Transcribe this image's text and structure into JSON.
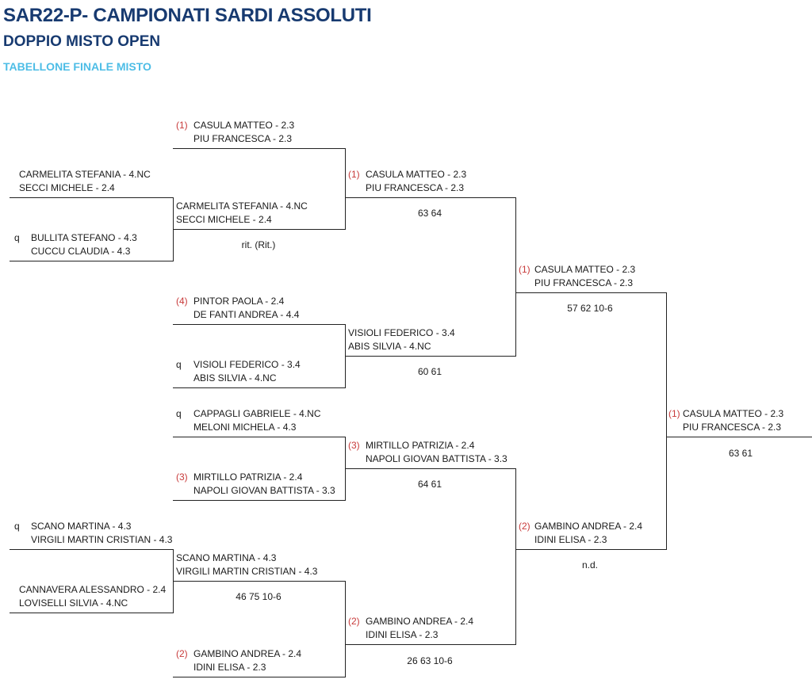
{
  "header": {
    "title": "SAR22-P- CAMPIONATI SARDI ASSOLUTI",
    "subtitle": "DOPPIO MISTO OPEN",
    "section": "TABELLONE FINALE MISTO"
  },
  "bracket": {
    "r1": [
      {
        "prefix": "",
        "p1": "CARMELITA STEFANIA - 4.NC",
        "p2": "SECCI MICHELE - 2.4"
      },
      {
        "prefix": "q",
        "p1": "BULLITA STEFANO - 4.3",
        "p2": "CUCCU CLAUDIA - 4.3"
      },
      {
        "prefix": "q",
        "p1": "SCANO MARTINA - 4.3",
        "p2": "VIRGILI MARTIN CRISTIAN - 4.3"
      },
      {
        "prefix": "",
        "p1": "CANNAVERA ALESSANDRO - 2.4",
        "p2": "LOVISELLI SILVIA - 4.NC"
      }
    ],
    "r2": [
      {
        "prefix": "(1)",
        "p1": "CASULA MATTEO - 2.3",
        "p2": "PIU FRANCESCA - 2.3"
      },
      {
        "prefix": "",
        "p1": "CARMELITA STEFANIA - 4.NC",
        "p2": "SECCI MICHELE - 2.4"
      },
      {
        "prefix": "(4)",
        "p1": "PINTOR PAOLA - 2.4",
        "p2": "DE FANTI ANDREA - 4.4"
      },
      {
        "prefix": "q",
        "p1": "VISIOLI FEDERICO - 3.4",
        "p2": "ABIS SILVIA - 4.NC"
      },
      {
        "prefix": "q",
        "p1": "CAPPAGLI GABRIELE - 4.NC",
        "p2": "MELONI MICHELA - 4.3"
      },
      {
        "prefix": "(3)",
        "p1": "MIRTILLO PATRIZIA - 2.4",
        "p2": "NAPOLI GIOVAN BATTISTA - 3.3"
      },
      {
        "prefix": "",
        "p1": "SCANO MARTINA - 4.3",
        "p2": "VIRGILI MARTIN CRISTIAN - 4.3"
      },
      {
        "prefix": "(2)",
        "p1": "GAMBINO ANDREA - 2.4",
        "p2": "IDINI ELISA - 2.3"
      }
    ],
    "r2_scores": [
      "rit. (Rit.)",
      "46 75 10-6"
    ],
    "r3": [
      {
        "prefix": "(1)",
        "p1": "CASULA MATTEO - 2.3",
        "p2": "PIU FRANCESCA - 2.3"
      },
      {
        "prefix": "",
        "p1": "VISIOLI FEDERICO - 3.4",
        "p2": "ABIS SILVIA - 4.NC"
      },
      {
        "prefix": "(3)",
        "p1": "MIRTILLO PATRIZIA - 2.4",
        "p2": "NAPOLI GIOVAN BATTISTA - 3.3"
      },
      {
        "prefix": "(2)",
        "p1": "GAMBINO ANDREA - 2.4",
        "p2": "IDINI ELISA - 2.3"
      }
    ],
    "r3_scores": [
      "63 64",
      "60 61",
      "64 61",
      "26 63 10-6"
    ],
    "r4": [
      {
        "prefix": "(1)",
        "p1": "CASULA MATTEO - 2.3",
        "p2": "PIU FRANCESCA - 2.3"
      },
      {
        "prefix": "(2)",
        "p1": "GAMBINO ANDREA - 2.4",
        "p2": "IDINI ELISA - 2.3"
      }
    ],
    "r4_scores": [
      "57 62 10-6",
      "n.d."
    ],
    "winner": {
      "prefix": "(1)",
      "p1": "CASULA MATTEO - 2.3",
      "p2": "PIU FRANCESCA - 2.3"
    },
    "final_score": "63 61"
  }
}
